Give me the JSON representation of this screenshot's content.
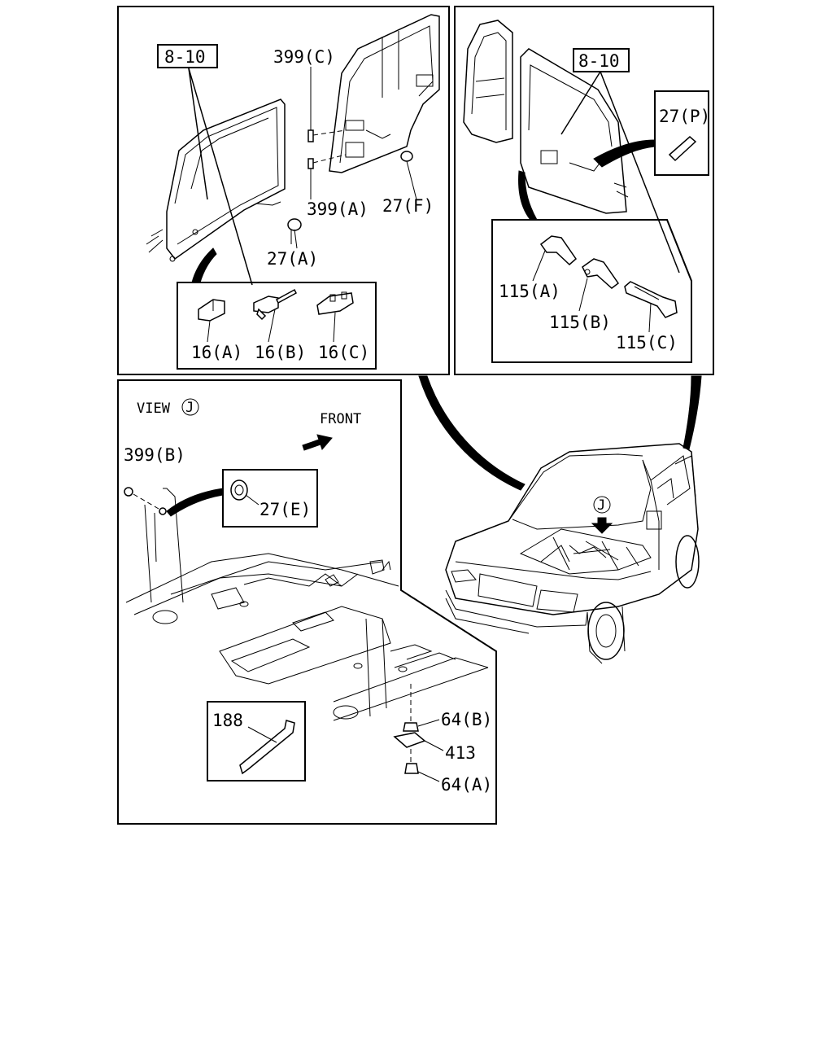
{
  "panels": {
    "front_door": {
      "ref_box": "8-10",
      "callouts": [
        "399(C)",
        "399(A)",
        "27(F)",
        "27(A)"
      ],
      "detail_parts": [
        "16(A)",
        "16(B)",
        "16(C)"
      ]
    },
    "rear_door": {
      "ref_box": "8-10",
      "callout_inset": "27(P)",
      "detail_parts": [
        "115(A)",
        "115(B)",
        "115(C)"
      ]
    },
    "view_j": {
      "title": "VIEW",
      "view_marker": "J",
      "direction_label": "FRONT",
      "callouts": [
        "399(B)",
        "27(E)",
        "188",
        "64(B)",
        "413",
        "64(A)"
      ]
    },
    "vehicle": {
      "view_marker": "J"
    }
  }
}
